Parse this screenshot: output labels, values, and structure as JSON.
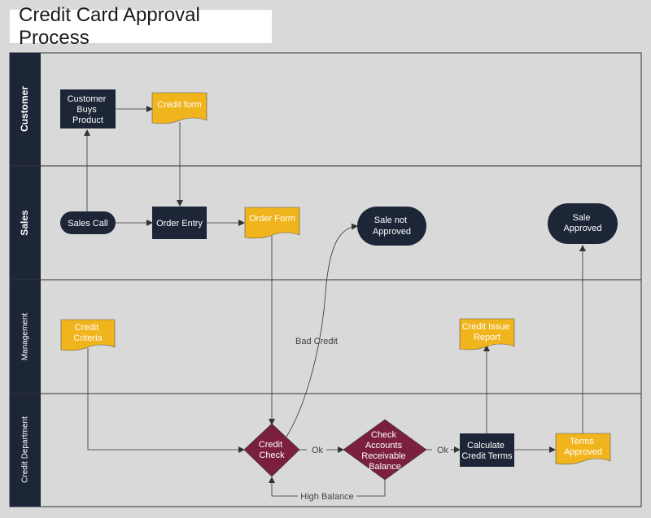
{
  "title": "Credit Card Approval Process",
  "lanes": {
    "customer": "Customer",
    "sales": "Sales",
    "management": "Management",
    "credit": "Credit Department"
  },
  "nodes": {
    "customer_buys": [
      "Customer",
      "Buys",
      "Product"
    ],
    "credit_form": [
      "Credit form"
    ],
    "sales_call": [
      "Sales Call"
    ],
    "order_entry": [
      "Order Entry"
    ],
    "order_form": [
      "Order Form"
    ],
    "sale_not_approved": [
      "Sale not",
      "Approved"
    ],
    "sale_approved": [
      "Sale",
      "Approved"
    ],
    "credit_criteria": [
      "Credit",
      "Criteria"
    ],
    "credit_issue_report": [
      "Credit Issue",
      "Report"
    ],
    "credit_check": [
      "Credit",
      "Check"
    ],
    "check_accounts": [
      "Check",
      "Accounts",
      "Receivable",
      "Balance"
    ],
    "calculate_terms": [
      "Calculate",
      "Credit Terms"
    ],
    "terms_approved": [
      "Terms",
      "Approved"
    ]
  },
  "edge_labels": {
    "bad_credit": "Bad Credit",
    "ok1": "Ok",
    "ok2": "Ok",
    "high_balance": "High Balance"
  },
  "colors": {
    "dark_node": "#1c2637",
    "document": "#f0b41c",
    "decision": "#7a1f3d",
    "lane_header": "#1c2637",
    "lane_bg": "#d9d9d9",
    "line": "#333333"
  }
}
